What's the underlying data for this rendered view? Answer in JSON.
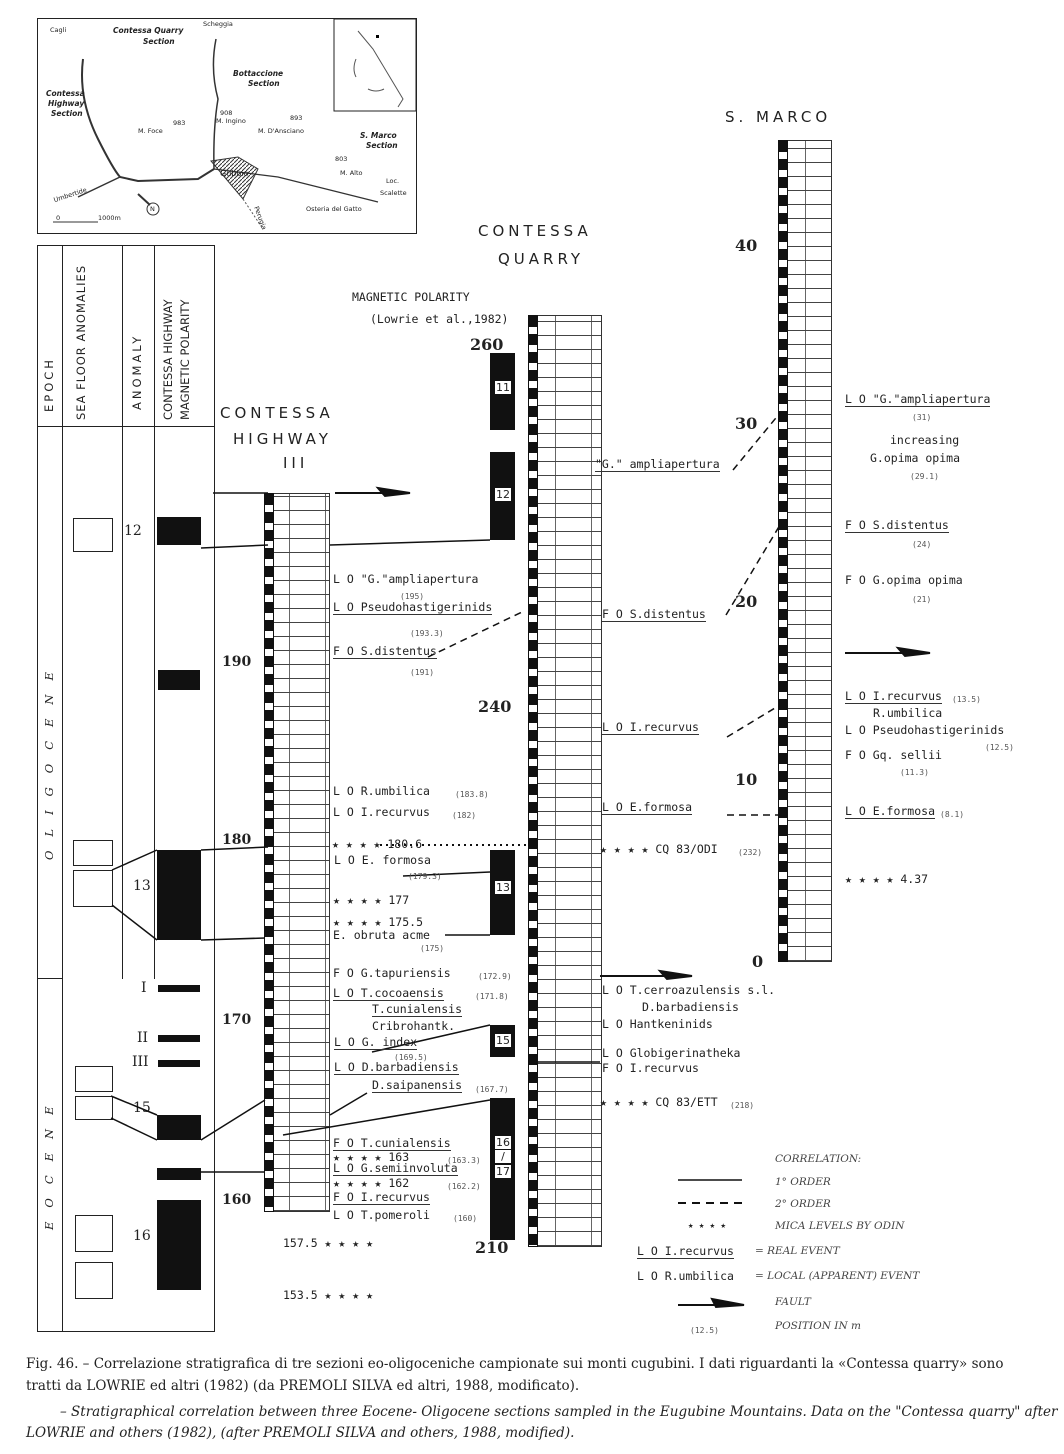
{
  "titles": {
    "s_marco": "S. MARCO",
    "contessa_quarry_1": "CONTESSA",
    "contessa_quarry_2": "QUARRY",
    "mag_polarity": "MAGNETIC POLARITY",
    "mag_ref": "(Lowrie et al.,1982)",
    "contessa_highway_1": "CONTESSA",
    "contessa_highway_2": "HIGHWAY",
    "highway_roman": "III"
  },
  "map": {
    "cagli": "Cagli",
    "cq_1": "Contessa Quarry",
    "cq_2": "Section",
    "scheggia": "Scheggia",
    "bott_1": "Bottaccione",
    "bott_2": "Section",
    "ch_1": "Contessa",
    "ch_2": "Highway",
    "ch_3": "Section",
    "foce_h": "983",
    "foce": "M. Foce",
    "ingino_h": "908",
    "ingino": "M. Ingino",
    "ansciano_h": "893",
    "ansciano": "M. D'Ansciano",
    "sm_1": "S. Marco",
    "sm_2": "Section",
    "alto_h": "803",
    "alto": "M. Alto",
    "gubbio": "Gubbio",
    "umbertide": "Umbertide",
    "perugia": "Perugia",
    "osteria": "Osteria del Gatto",
    "loc": "Loc.",
    "scalette": "Scalette",
    "scale_0": "0",
    "scale_1000": "1000m",
    "north": "N"
  },
  "left_table": {
    "headers": [
      "EPOCH",
      "SEA FLOOR ANOMALIES",
      "ANOMALY",
      "CONTESSA HIGHWAY MAGNETIC POLARITY"
    ],
    "epochs": [
      "OLIGOCENE",
      "EOCENE"
    ],
    "anomalies": [
      "12",
      "13",
      "I",
      "II",
      "III",
      "15",
      "16"
    ]
  },
  "highway": {
    "scale": [
      "190",
      "180",
      "170",
      "160"
    ],
    "labels": [
      "L O  \"G.\"ampliapertura",
      "(195)",
      "L O  Pseudohastigerinids",
      "(193.3)",
      "F O  S.distentus",
      "(191)",
      "L O  R.umbilica",
      "(183.8)",
      "L O  I.recurvus",
      "(182)",
      "★ ★ ★ ★  180.6",
      "L O  E. formosa",
      "(179.3)",
      "★ ★ ★ ★  177",
      "★ ★ ★ ★  175.5",
      "E. obruta acme",
      "(175)",
      "F O  G.tapuriensis",
      "(172.9)",
      "L O  T.cocoaensis",
      "(171.8)",
      "T.cunialensis",
      "Cribrohantk.",
      "L O  G. index",
      "(169.5)",
      "L O  D.barbadiensis",
      "D.saipanensis",
      "(167.7)",
      "F O  T.cunialensis",
      "★ ★ ★ ★  163",
      "(163.3)",
      "L O  G.semiinvoluta",
      "★ ★ ★ ★  162",
      "(162.2)",
      "F O  I.recurvus",
      "L O  T.pomeroli",
      "(160)",
      "157.5  ★ ★ ★ ★",
      "153.5  ★ ★ ★ ★"
    ]
  },
  "quarry": {
    "scale": [
      "260",
      "240",
      "210"
    ],
    "chrons": [
      "11",
      "12",
      "13",
      "15",
      "16",
      "/",
      "17"
    ],
    "labels": [
      "\"G.\" ampliapertura",
      "F O  S.distentus",
      "L O  I.recurvus",
      "L O  E.formosa",
      "★ ★ ★ ★  CQ 83/ODI",
      "(232)",
      "L O  T.cerroazulensis s.l.",
      "D.barbadiensis",
      "L O Hantkeninids",
      "L O  Globigerinatheka",
      "F O  I.recurvus",
      "★ ★ ★ ★  CQ 83/ETT",
      "(218)"
    ]
  },
  "smarco": {
    "scale": [
      "40",
      "30",
      "20",
      "10",
      "0"
    ],
    "labels": [
      "L O  \"G.\"ampliapertura",
      "(31)",
      "increasing",
      "G.opima opima",
      "(29.1)",
      "F O  S.distentus",
      "(24)",
      "F O  G.opima opima",
      "(21)",
      "L O I.recurvus",
      "(13.5)",
      "R.umbilica",
      "L O  Pseudohastigerinids",
      "(12.5)",
      "F O  Gq. sellii",
      "(11.3)",
      "L O E.formosa",
      "(8.1)",
      "★ ★ ★ ★   4.37"
    ]
  },
  "legend": {
    "title": "CORRELATION:",
    "first": "1° ORDER",
    "second": "2° ORDER",
    "stars": "★ ★ ★ ★",
    "mica": "MICA LEVELS BY ODIN",
    "real_ex": "L O  I.recurvus",
    "real": "= REAL EVENT",
    "local_ex": "L O  R.umbilica",
    "local": "= LOCAL (APPARENT) EVENT",
    "fault": "FAULT",
    "pos_ex": "(12.5)",
    "pos": "POSITION IN m"
  },
  "caption": {
    "it_1": "Fig. 46. – Correlazione stratigrafica di tre sezioni eo-oligoceniche campionate sui monti cugubini. I dati riguardanti la «Contessa quarry» sono",
    "it_2": "tratti da LOWRIE ed altri (1982) (da PREMOLI SILVA ed altri, 1988, modificato).",
    "en_1": "– Stratigraphical correlation between three Eocene- Oligocene sections sampled in the Eugubine Mountains. Data on the \"Contessa quarry\" after",
    "en_2": "LOWRIE and others (1982), (after PREMOLI SILVA and others, 1988, modified)."
  }
}
